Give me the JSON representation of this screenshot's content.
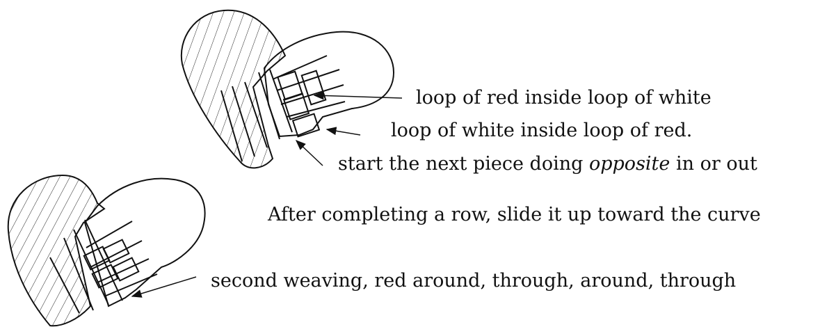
{
  "captions": {
    "red_inside_white": "loop of red inside loop of white",
    "white_inside_red": "loop of white inside loop of red.",
    "next_piece": {
      "before": "start the next piece doing ",
      "emphasis": "opposite",
      "after": " in or out"
    },
    "slide_up": "After completing a row, slide it up toward the curve",
    "second_weaving": "second weaving, red around, through, around, through"
  }
}
